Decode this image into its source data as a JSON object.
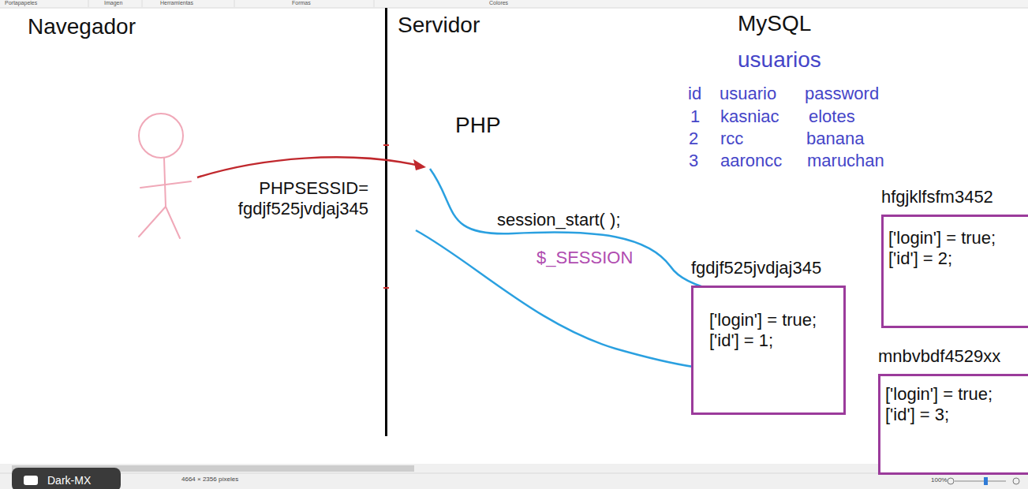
{
  "diagram": {
    "nodes": [
      {
        "text": [
          "fgdjf525jvdjaj345",
          "['login'] = true; ['id'] = 1;"
        ]
      },
      {
        "text": [
          "hfgjklfsfm3452",
          "['login'] = true; ['id'] = 2;"
        ]
      },
      {
        "text": [
          "mnbvbdf4529xx",
          "['login'] = true; ['id'] = 3;"
        ]
      }
    ],
    "labels": [
      "Portapapeles",
      "Imagen",
      "Herramientas",
      "Formas",
      "Colores",
      "Navegador",
      "Servidor",
      "MySQL",
      "usuarios",
      "id",
      "usuario",
      "password",
      "1",
      "kasniac",
      "elotes",
      "2",
      "rcc",
      "banana",
      "3",
      "aaroncc",
      "maruchan",
      "PHP",
      "PHPSESSID= fgdjf525jvdjaj345",
      "session_start( );",
      "$_SESSION",
      "Dark-MX",
      "4664 × 2356 píxeles",
      "100%"
    ]
  }
}
